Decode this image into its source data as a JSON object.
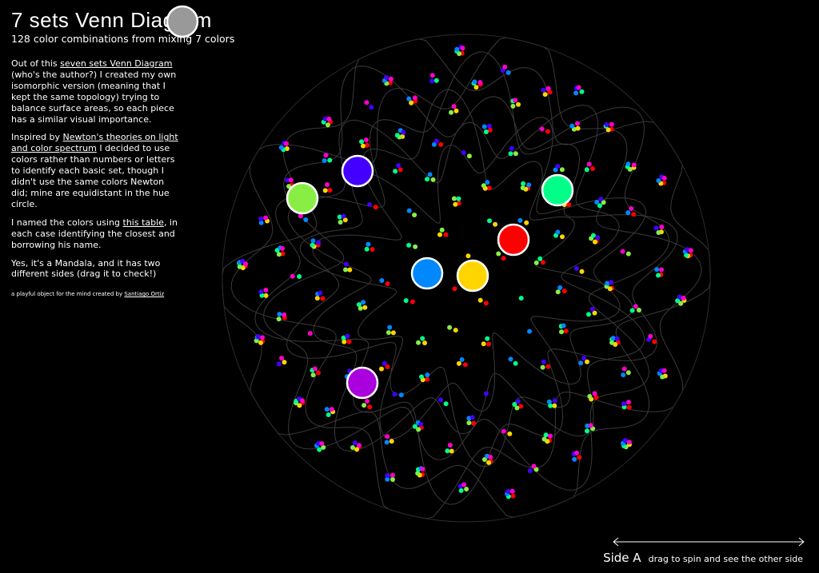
{
  "header": {
    "title": "7 sets Venn Diagram",
    "subtitle": "128 color combinations from mixing 7 colors"
  },
  "intro": {
    "p1_link": "seven sets Venn Diagram",
    "p1_author": "(who's the author?)",
    "p1_text": "Out of this",
    "p1_rest": "I created my own isomorphic version (meaning that I kept the same topology) trying to balance surface areas, so each piece has a similar visual importance.",
    "p2_pre": "Inspired by",
    "p2_link": "Newton's theories on light and color spectrum",
    "p2_rest": "I decided to use colors rather than numbers or letters to identify each basic set, though I didn't use the same colors Newton did; mine are equidistant in the hue circle.",
    "p3_pre": "I named the colors using",
    "p3_link": "this table",
    "p3_rest": ", in each case identifying the closest and borrowing his name.",
    "p4": "Yes, it's a Mandala, and it has two different sides (drag it to check!)",
    "credit_pre": "a playful object for the mind created by",
    "credit_link": "Santiago Ortiz"
  },
  "footer": {
    "side_label": "Side A",
    "hint": "drag to spin and see the other side"
  },
  "colors": {
    "background": "#000000",
    "outline": "#3a3a3a",
    "red": "#ff0000",
    "yellow": "#ffd500",
    "lime": "#88ee44",
    "green": "#00ff88",
    "azure": "#0088ff",
    "violet": "#4400ff",
    "magenta": "#ff00cc",
    "purple": "#aa00dd",
    "gray": "#999999"
  },
  "diagram": {
    "sets": 7,
    "combinations": 128,
    "set_colors": [
      "#ff0000",
      "#ffd500",
      "#88ee44",
      "#00ff88",
      "#0088ff",
      "#4400ff",
      "#ff00cc"
    ],
    "markers": [
      {
        "name": "red",
        "color": "#ff0000"
      },
      {
        "name": "yellow",
        "color": "#ffd500"
      },
      {
        "name": "azure",
        "color": "#0088ff"
      },
      {
        "name": "violet",
        "color": "#4400ff"
      },
      {
        "name": "lime",
        "color": "#88ee44"
      },
      {
        "name": "green",
        "color": "#00ff88"
      },
      {
        "name": "purple",
        "color": "#aa00dd"
      },
      {
        "name": "gray",
        "color": "#999999"
      }
    ]
  }
}
